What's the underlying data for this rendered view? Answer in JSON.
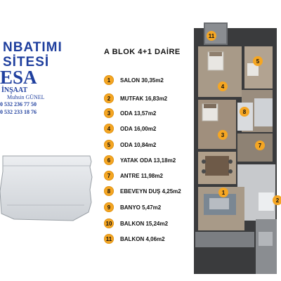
{
  "brand": {
    "line1": "NBATIMI",
    "line2": "SİTESİ",
    "logo_main": "ESA",
    "logo_sub": "İNŞAAT",
    "contact_name": "Muhsin GÜNEL",
    "phone1": "0 532 236 77 50",
    "phone2": "0 532 233 18 76"
  },
  "plan": {
    "title": "A BLOK 4+1 DAİRE"
  },
  "rooms": [
    {
      "num": "1",
      "label": "SALON 30,35m2"
    },
    {
      "num": "2",
      "label": "MUTFAK 16,83m2"
    },
    {
      "num": "3",
      "label": "ODA 13,57m2"
    },
    {
      "num": "4",
      "label": "ODA 16,00m2"
    },
    {
      "num": "5",
      "label": "ODA 10,84m2"
    },
    {
      "num": "6",
      "label": "YATAK ODA 13,18m2"
    },
    {
      "num": "7",
      "label": "ANTRE 11,98m2"
    },
    {
      "num": "8",
      "label": "EBEVEYN DUŞ 4,25m2"
    },
    {
      "num": "9",
      "label": "BANYO 5,47m2"
    },
    {
      "num": "10",
      "label": "BALKON 15,24m2"
    },
    {
      "num": "11",
      "label": "BALKON 4,06m2"
    }
  ],
  "floorplan_markers": [
    "11",
    "5",
    "4",
    "8",
    "3",
    "7",
    "1",
    "2"
  ],
  "colors": {
    "accent": "#f5a623",
    "brand": "#1f3f9e"
  }
}
